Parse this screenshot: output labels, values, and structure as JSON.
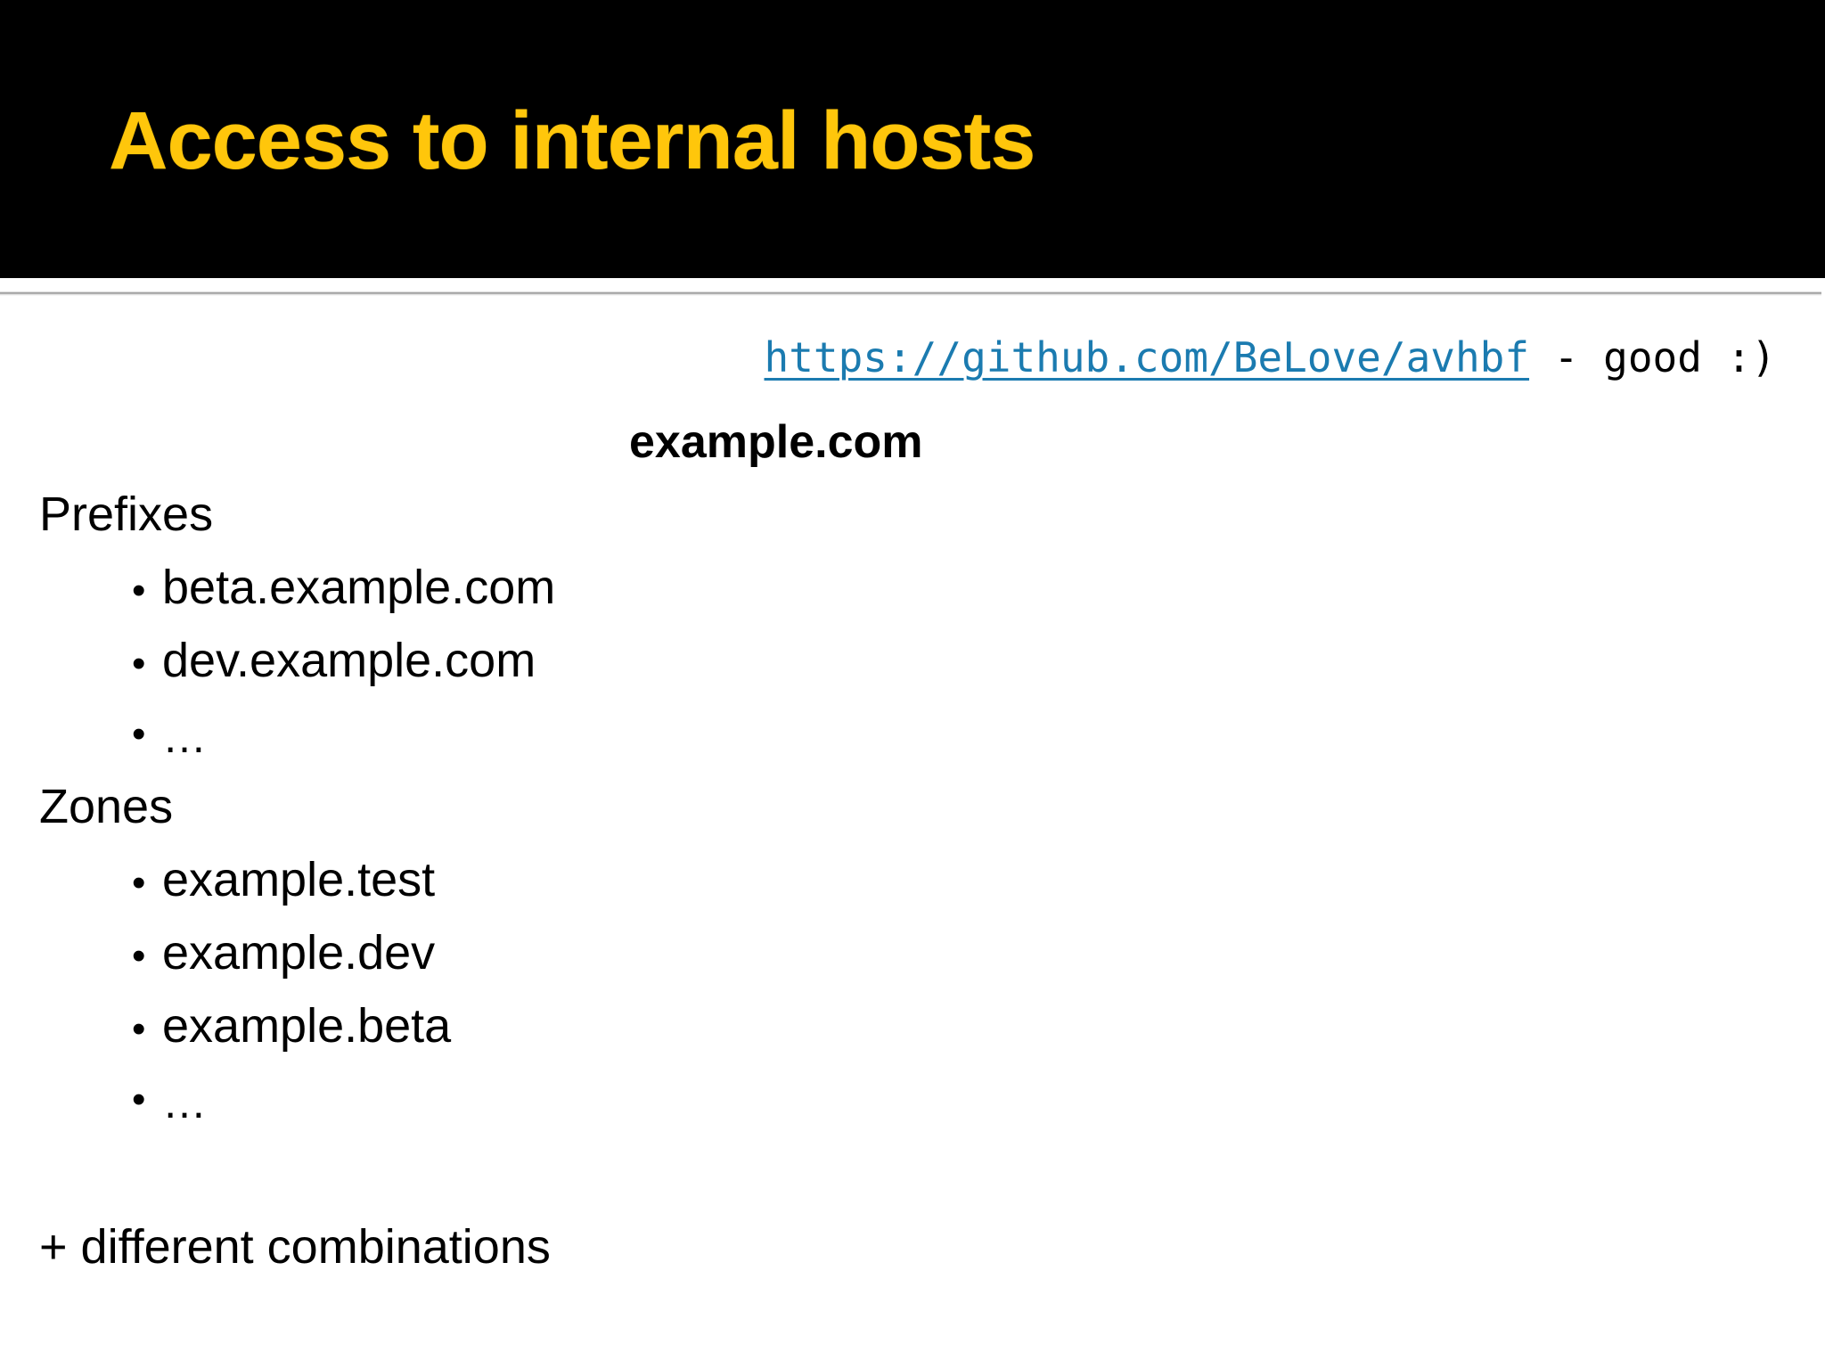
{
  "slide": {
    "title": "Access to internal hosts",
    "title_color": "#FFC60B",
    "header_background": "#000000",
    "body_background": "#FFFFFF"
  },
  "reference": {
    "link_text": "https://github.com/BeLove/avhbf",
    "link_color": "#1B7BB0",
    "suffix_text": " - good :)"
  },
  "domain": {
    "label": "example.com"
  },
  "sections": [
    {
      "heading": "Prefixes",
      "bullet_glyph": "•",
      "items": [
        {
          "bullet": "•",
          "label": "beta.example.com"
        },
        {
          "bullet": "•",
          "label": "dev.example.com"
        },
        {
          "bullet": "•",
          "label": "…"
        }
      ]
    },
    {
      "heading": "Zones",
      "bullet_glyph": "•",
      "items": [
        {
          "bullet": "•",
          "label": "example.test"
        },
        {
          "bullet": "•",
          "label": "example.dev"
        },
        {
          "bullet": "•",
          "label": "example.beta"
        },
        {
          "bullet": "•",
          "label": "…"
        }
      ]
    }
  ],
  "footer": {
    "note": "+ different combinations"
  }
}
